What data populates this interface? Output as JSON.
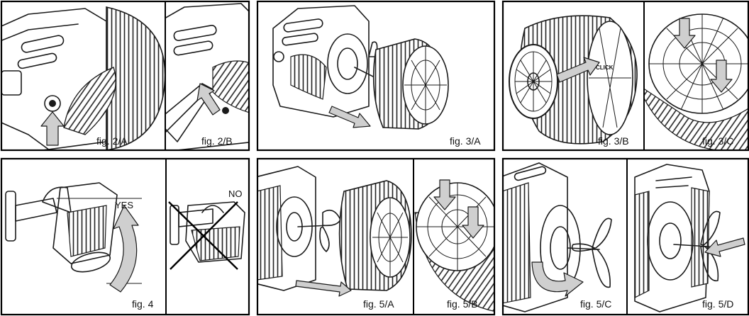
{
  "colors": {
    "frame": "#000000",
    "line": "#1a1a1a",
    "arrow_fill": "#cfcfcf",
    "background": "#ffffff"
  },
  "figures": {
    "fig_2a": "fig. 2/A",
    "fig_2b": "fig. 2/B",
    "fig_3a": "fig. 3/A",
    "fig_3b": "fig. 3/B",
    "fig_3c": "fig. 3/C",
    "fig_4": "fig. 4",
    "fig_5a": "fig. 5/A",
    "fig_5b": "fig. 5/B",
    "fig_5c": "fig. 5/C",
    "fig_5d": "fig. 5/D"
  },
  "annotations": {
    "yes": "YES",
    "no": "NO",
    "click": "CLICK"
  }
}
